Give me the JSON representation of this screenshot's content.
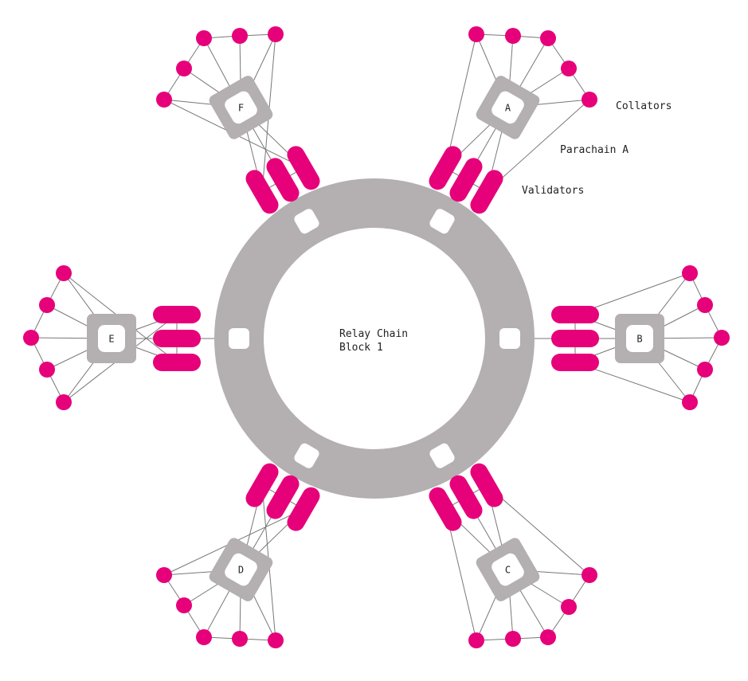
{
  "relay_chain": {
    "line1": "Relay Chain",
    "line2": "Block 1"
  },
  "annotations": {
    "collators": "Collators",
    "parachain": "Parachain A",
    "validators": "Validators"
  },
  "parachains": [
    {
      "letter": "A"
    },
    {
      "letter": "B"
    },
    {
      "letter": "C"
    },
    {
      "letter": "D"
    },
    {
      "letter": "E"
    },
    {
      "letter": "F"
    }
  ],
  "colors": {
    "ring": "#b4afb0",
    "accent": "#e6007a",
    "line": "#777777",
    "ink": "#222222"
  }
}
